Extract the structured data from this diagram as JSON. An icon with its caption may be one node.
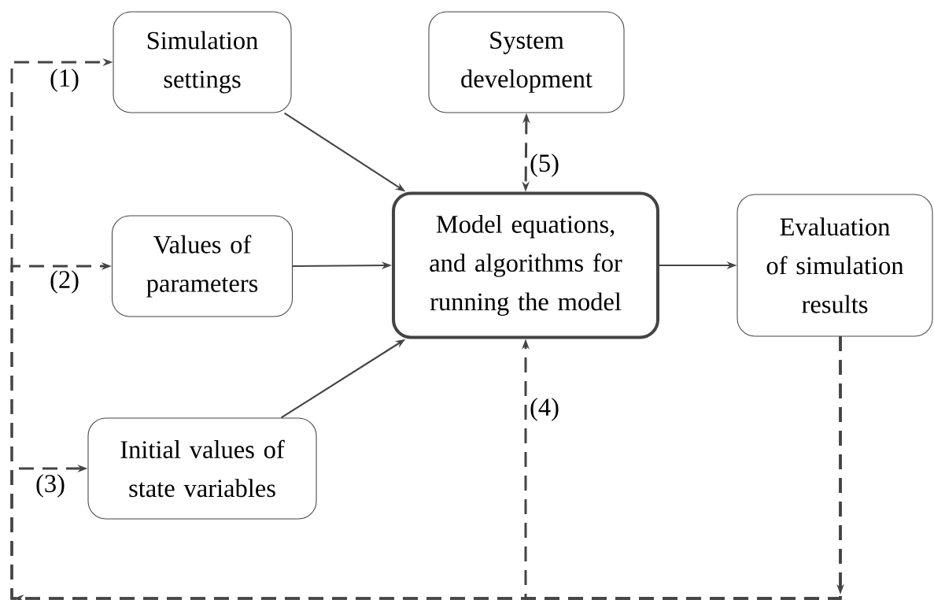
{
  "diagram": {
    "nodes": [
      {
        "text": [
          "Simulation settings"
        ]
      },
      {
        "text": [
          "System development"
        ]
      },
      {
        "text": [
          "Values of parameters"
        ]
      },
      {
        "text": [
          "Model equations, and algorithms for running the model"
        ]
      },
      {
        "text": [
          "Evaluation of simulation results"
        ]
      },
      {
        "text": [
          "Initial values of state variables"
        ]
      }
    ],
    "edges": [
      {
        "from": 0,
        "to": 3,
        "arrow": "to"
      },
      {
        "from": 2,
        "to": 3,
        "arrow": "to"
      },
      {
        "from": 5,
        "to": 3,
        "arrow": "to"
      },
      {
        "from": 3,
        "to": 4,
        "arrow": "to"
      },
      {
        "from": 1,
        "to": 3,
        "arrow": "both",
        "style": "dashed",
        "label": "(5)"
      },
      {
        "from": 4,
        "to": 0,
        "arrow": "to",
        "style": "dashed",
        "label": "(1)"
      },
      {
        "from": 4,
        "to": 2,
        "arrow": "to",
        "style": "dashed",
        "label": "(2)"
      },
      {
        "from": 4,
        "to": 5,
        "arrow": "to",
        "style": "dashed",
        "label": "(3)"
      },
      {
        "from": 4,
        "to": 3,
        "arrow": "to",
        "style": "dashed",
        "label": "(4)"
      }
    ]
  }
}
